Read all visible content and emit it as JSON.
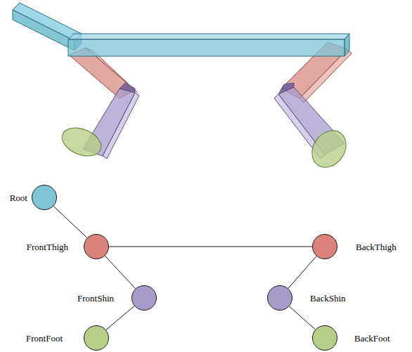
{
  "diagram": {
    "nodes": [
      {
        "text": [
          "Root"
        ]
      },
      {
        "text": [
          "FrontThigh"
        ]
      },
      {
        "text": [
          "BackThigh"
        ]
      },
      {
        "text": [
          "FrontShin"
        ]
      },
      {
        "text": [
          "BackShin"
        ]
      },
      {
        "text": [
          "FrontFoot"
        ]
      },
      {
        "text": [
          "BackFoot"
        ]
      }
    ],
    "edges": [
      {
        "from": 0,
        "to": 1,
        "arrow": "none"
      },
      {
        "from": 1,
        "to": 2,
        "arrow": "none"
      },
      {
        "from": 1,
        "to": 3,
        "arrow": "none"
      },
      {
        "from": 3,
        "to": 5,
        "arrow": "none"
      },
      {
        "from": 2,
        "to": 4,
        "arrow": "none"
      },
      {
        "from": 4,
        "to": 6,
        "arrow": "none"
      }
    ]
  }
}
